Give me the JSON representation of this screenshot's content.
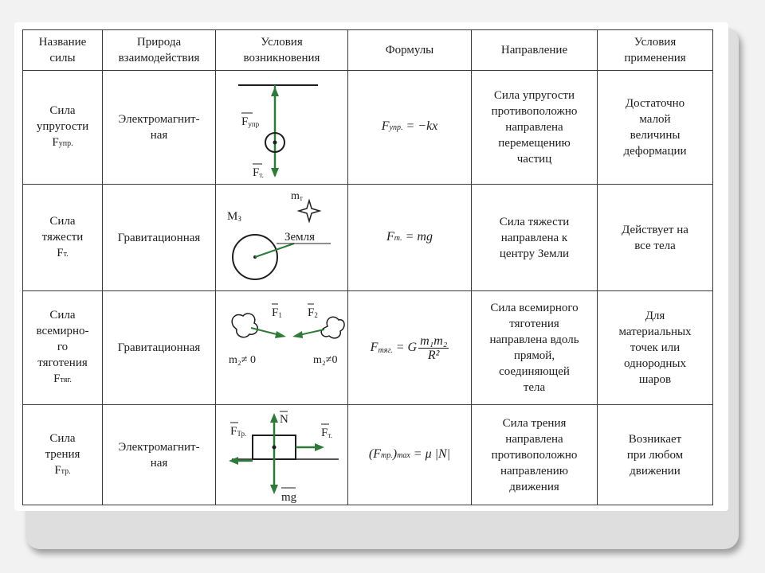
{
  "headers": {
    "name": "Название\nсилы",
    "nature": "Природа\nвзаимодействия",
    "origin": "Условия\nвозникновения",
    "formula": "Формулы",
    "direction": "Направление",
    "application": "Условия\nприменения"
  },
  "rows": [
    {
      "name": "Сила\nупругости",
      "symbol": "F",
      "symbol_sub": "упр.",
      "nature": "Электромагнит-\nная",
      "formula_lhs": "F",
      "formula_sub": "упр.",
      "formula_rhs": " = −kx",
      "direction": "Сила упругости\nпротивоположно\nнаправлена\nперемещению\nчастиц",
      "application": "Достаточно\nмалой\nвеличины\nдеформации",
      "diagram": {
        "label_top": "F",
        "label_top_sub": "упр",
        "label_bottom": "F",
        "label_bottom_sub": "т."
      }
    },
    {
      "name": "Сила\nтяжести",
      "symbol": "F",
      "symbol_sub": "т.",
      "nature": "Гравитационная",
      "formula_lhs": "F",
      "formula_sub": "т.",
      "formula_rhs": " = mg",
      "direction": "Сила тяжести\nнаправлена к\nцентру Земли",
      "application": "Действует на\nвсе тела",
      "diagram": {
        "label_earth_mass": "M",
        "label_earth_mass_sub": "З",
        "label_body_mass": "m",
        "label_body_mass_sub": "т",
        "label_earth": "Земля"
      }
    },
    {
      "name": "Сила\nвсемирно-\nго\nтяготения",
      "symbol": "F",
      "symbol_sub": "тяг.",
      "nature": "Гравитационная",
      "formula_lhs": "F",
      "formula_sub": "тяг.",
      "formula_rhs": " = G",
      "formula_num": "m₁m₂",
      "formula_den": "R²",
      "direction": "Сила всемирного\nтяготения\nнаправлена вдоль\nпрямой,\nсоединяющей\nтела",
      "application": "Для\nматериальных\nточек или\nоднородных\nшаров",
      "diagram": {
        "label_f1": "F",
        "label_f1_sub": "1",
        "label_f2": "F",
        "label_f2_sub": "2",
        "label_m1": "m₂≠ 0",
        "label_m2": "m₂≠0"
      }
    },
    {
      "name": "Сила\nтрения",
      "symbol": "F",
      "symbol_sub": "тр.",
      "nature": "Электромагнит-\nная",
      "formula_lhs": "(F",
      "formula_sub": "тр.",
      "formula_rhs": ")",
      "formula_max": "max",
      "formula_tail": " = μ |N|",
      "direction": "Сила трения\nнаправлена\nпротивоположно\nнаправлению\nдвижения",
      "application": "Возникает\nпри любом\nдвижении",
      "diagram": {
        "label_n": "N",
        "label_ftr": "F",
        "label_ftr_sub": "Тр.",
        "label_ft": "F",
        "label_ft_sub": "т.",
        "label_mg": "mg"
      }
    }
  ]
}
